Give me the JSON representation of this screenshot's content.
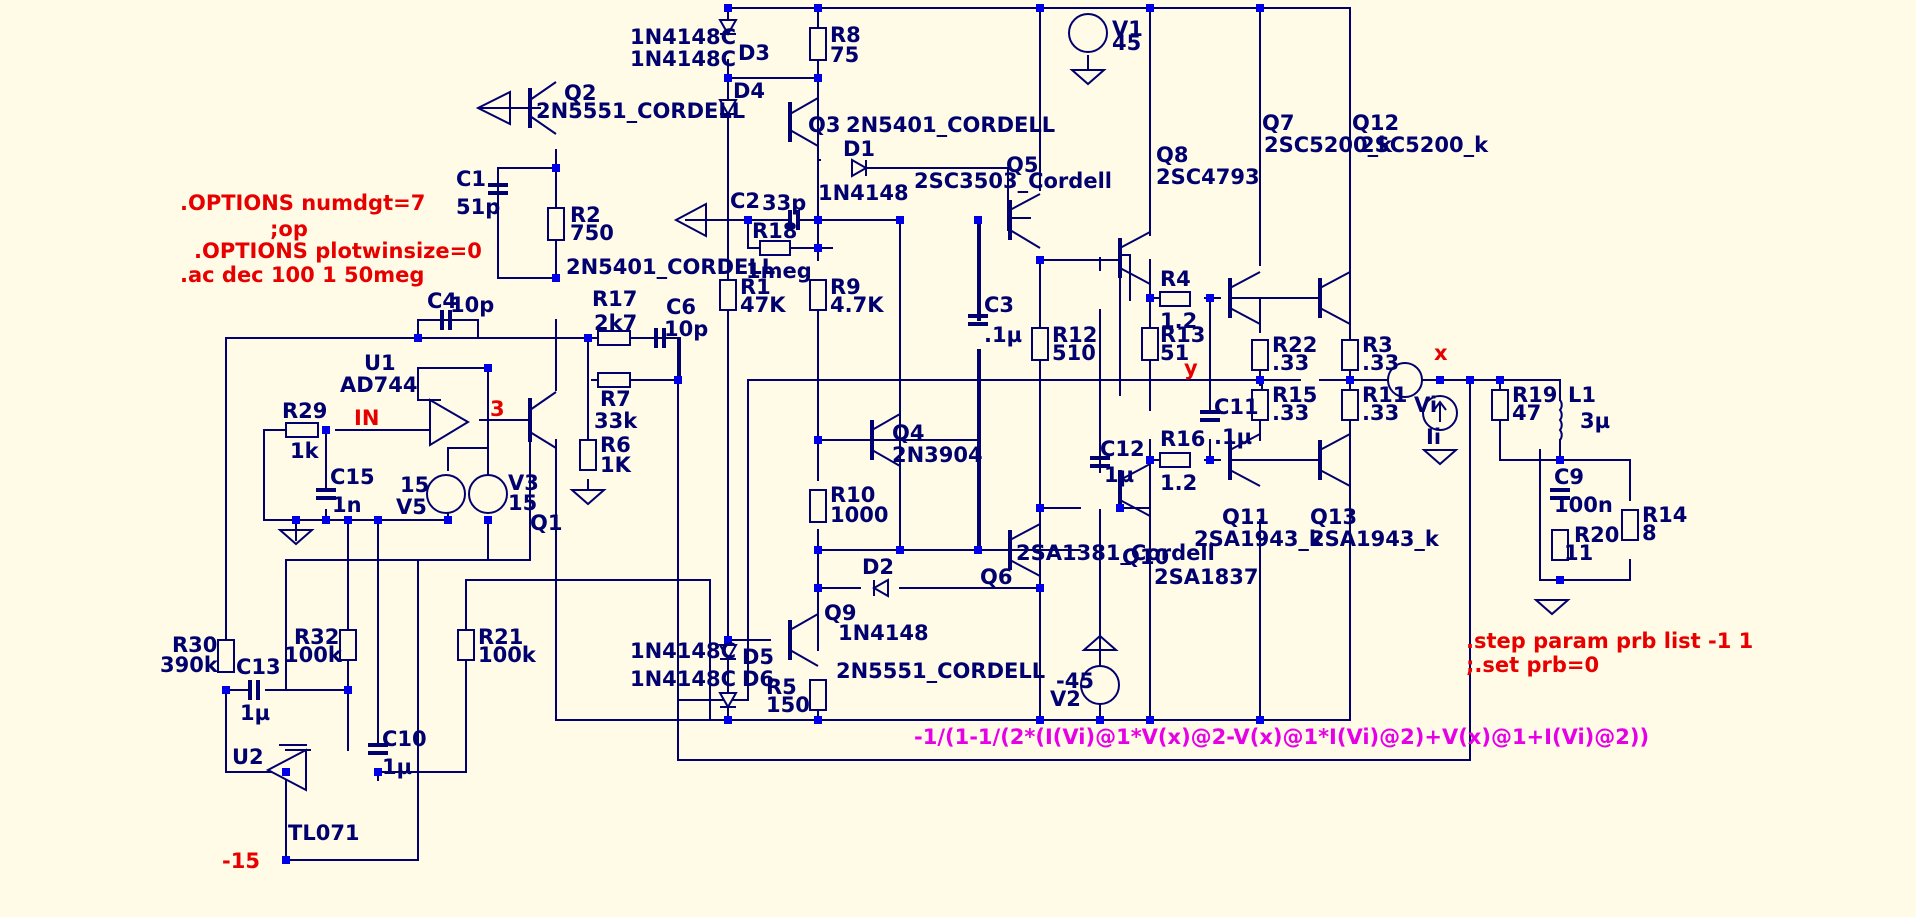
{
  "colors": {
    "background": "#fffbe6",
    "wire": "#00006e",
    "junction": "#0000e6",
    "directive": "#e60000",
    "expression": "#e600e6"
  },
  "directives": {
    "options1": ".OPTIONS numdgt=7",
    "op": ";op",
    "options2": ".OPTIONS plotwinsize=0",
    "ac": ".ac dec 100 1 50meg",
    "step": ".step param prb list -1 1",
    "set": ";.set prb=0"
  },
  "nets": {
    "in": "IN",
    "node3": "3",
    "y": "y",
    "x": "x",
    "neg15": "-15",
    "pos15": "15",
    "neg45": "-45"
  },
  "expression": "-1/(1-1/(2*(I(Vi)@1*V(x)@2-V(x)@1*I(Vi)@2)+V(x)@1+I(Vi)@2))",
  "components": {
    "D3": {
      "name": "D3",
      "model": "1N4148C"
    },
    "D4": {
      "name": "D4",
      "model": "1N4148C"
    },
    "D5": {
      "name": "D5",
      "model": "1N4148C"
    },
    "D6": {
      "name": "D6",
      "model": "1N4148C"
    },
    "D1": {
      "name": "D1",
      "model": "1N4148"
    },
    "D2": {
      "name": "D2",
      "model": "1N4148"
    },
    "R8": {
      "name": "R8",
      "value": "75"
    },
    "R2": {
      "name": "R2",
      "value": "750"
    },
    "R18": {
      "name": "R18",
      "value": "1meg"
    },
    "R1": {
      "name": "R1",
      "value": "47K"
    },
    "R9": {
      "name": "R9",
      "value": "4.7K"
    },
    "R12": {
      "name": "R12",
      "value": "510"
    },
    "R13": {
      "name": "R13",
      "value": "51"
    },
    "R4": {
      "name": "R4",
      "value": "1.2"
    },
    "R16": {
      "name": "R16",
      "value": "1.2"
    },
    "R22": {
      "name": "R22",
      "value": ".33"
    },
    "R15": {
      "name": "R15",
      "value": ".33"
    },
    "R3": {
      "name": "R3",
      "value": ".33"
    },
    "R11": {
      "name": "R11",
      "value": ".33"
    },
    "R17": {
      "name": "R17",
      "value": "2k7"
    },
    "R7": {
      "name": "R7",
      "value": "33k"
    },
    "R6": {
      "name": "R6",
      "value": "1K"
    },
    "R29": {
      "name": "R29",
      "value": "1k"
    },
    "R10": {
      "name": "R10",
      "value": "1000"
    },
    "R5": {
      "name": "R5",
      "value": "150"
    },
    "R30": {
      "name": "R30",
      "value": "390k"
    },
    "R32": {
      "name": "R32",
      "value": "100k"
    },
    "R21": {
      "name": "R21",
      "value": "100k"
    },
    "R19": {
      "name": "R19",
      "value": "47"
    },
    "R20": {
      "name": "R20",
      "value": "11"
    },
    "R14": {
      "name": "R14",
      "value": "8"
    },
    "L1": {
      "name": "L1",
      "value": "3µ"
    },
    "C1": {
      "name": "C1",
      "value": "51p"
    },
    "C2": {
      "name": "C2",
      "value": "33p"
    },
    "C3": {
      "name": "C3",
      "value": ".1µ"
    },
    "C4": {
      "name": "C4",
      "value": "10p"
    },
    "C6": {
      "name": "C6",
      "value": "10p"
    },
    "C9": {
      "name": "C9",
      "value": "100n"
    },
    "C10": {
      "name": "C10",
      "value": "1µ"
    },
    "C11": {
      "name": "C11",
      "value": ".1µ"
    },
    "C12": {
      "name": "C12",
      "value": "1µ"
    },
    "C13": {
      "name": "C13",
      "value": "1µ"
    },
    "C15": {
      "name": "C15",
      "value": "1n"
    },
    "Q1": {
      "name": "Q1",
      "model": "2N5401_CORDELL"
    },
    "Q2": {
      "name": "Q2",
      "model": "2N5551_CORDELL"
    },
    "Q3": {
      "name": "Q3",
      "model": "2N5401_CORDELL"
    },
    "Q4": {
      "name": "Q4",
      "model": "2N3904"
    },
    "Q5": {
      "name": "Q5",
      "model": "2SC3503_Cordell"
    },
    "Q6": {
      "name": "Q6",
      "model": "2SA1381_Cordell"
    },
    "Q7": {
      "name": "Q7",
      "model": "2SC5200_k"
    },
    "Q8": {
      "name": "Q8",
      "model": "2SC4793"
    },
    "Q9": {
      "name": "Q9",
      "model": "2N5551_CORDELL"
    },
    "Q10": {
      "name": "Q10",
      "model": "2SA1837"
    },
    "Q11": {
      "name": "Q11",
      "model": "2SA1943_k"
    },
    "Q12": {
      "name": "Q12",
      "model": "2SC5200_k"
    },
    "Q13": {
      "name": "Q13",
      "model": "2SA1943_k"
    },
    "U1": {
      "name": "U1",
      "model": "AD744"
    },
    "U2": {
      "name": "U2",
      "model": "TL071"
    },
    "V1": {
      "name": "V1",
      "value": "45"
    },
    "V2": {
      "name": "V2"
    },
    "V3": {
      "name": "V3",
      "value": "15"
    },
    "V5": {
      "name": "V5"
    },
    "Vi": {
      "name": "Vi"
    },
    "Ii": {
      "name": "Ii"
    }
  }
}
